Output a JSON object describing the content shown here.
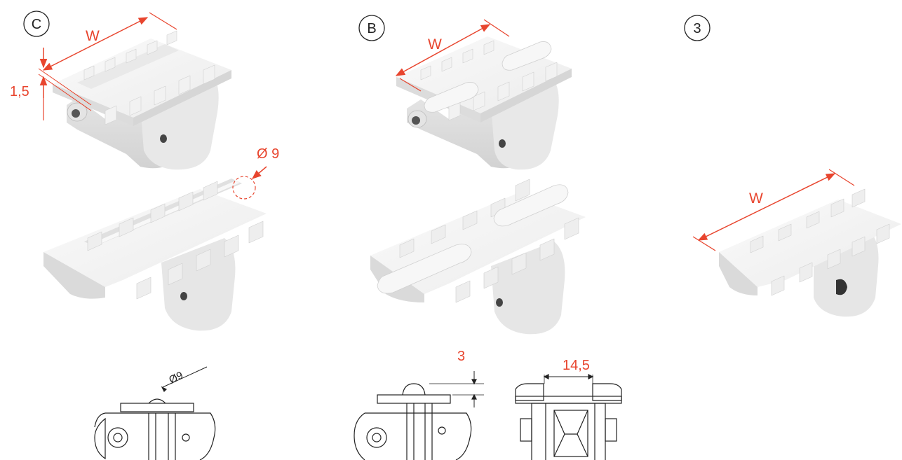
{
  "variants": {
    "c": {
      "label": "C",
      "width_label": "W",
      "height_dim": "1,5",
      "diameter_dim": "Ø 9",
      "drawing_dim": "Ø9"
    },
    "b": {
      "label": "B",
      "width_label": "W",
      "height_dim": "3",
      "pitch_dim": "14,5"
    },
    "v3": {
      "label": "3",
      "width_label": "W"
    }
  },
  "colors": {
    "dimension": "#e8452e",
    "outline": "#222222",
    "part_top": "#f4f4f4",
    "part_side": "#e2e2e2",
    "part_dark": "#cfcfcf"
  }
}
